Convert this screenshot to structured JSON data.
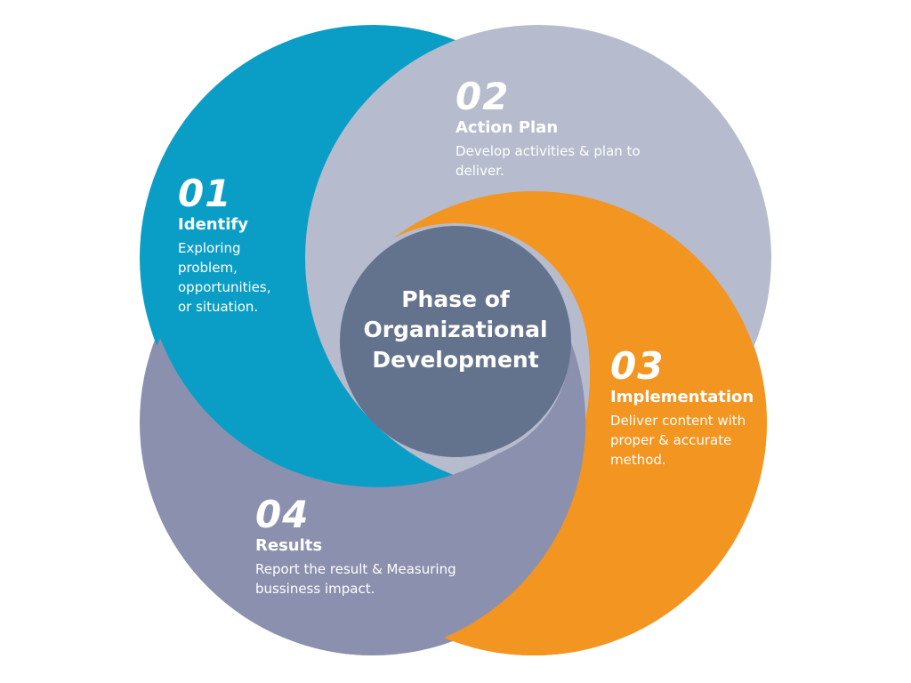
{
  "diagram": {
    "colors": {
      "phase_01": "#0a9ec6",
      "phase_02": "#b6bccd",
      "phase_03": "#f39521",
      "phase_04": "#8b90ae",
      "center": "#64738d",
      "text": "#ffffff"
    },
    "center": {
      "line1": "Phase of",
      "line2": "Organizational",
      "line3": "Development"
    },
    "phases": [
      {
        "number": "01",
        "title": "Identify",
        "desc_lines": [
          "Exploring",
          "problem,",
          "opportunities,",
          "or situation."
        ]
      },
      {
        "number": "02",
        "title": "Action Plan",
        "desc_lines": [
          "Develop activities & plan to",
          "deliver."
        ]
      },
      {
        "number": "03",
        "title": "Implementation",
        "desc_lines": [
          "Deliver content with",
          "proper & accurate",
          "method."
        ]
      },
      {
        "number": "04",
        "title": "Results",
        "desc_lines": [
          "Report the result & Measuring",
          "bussiness impact."
        ]
      }
    ]
  }
}
